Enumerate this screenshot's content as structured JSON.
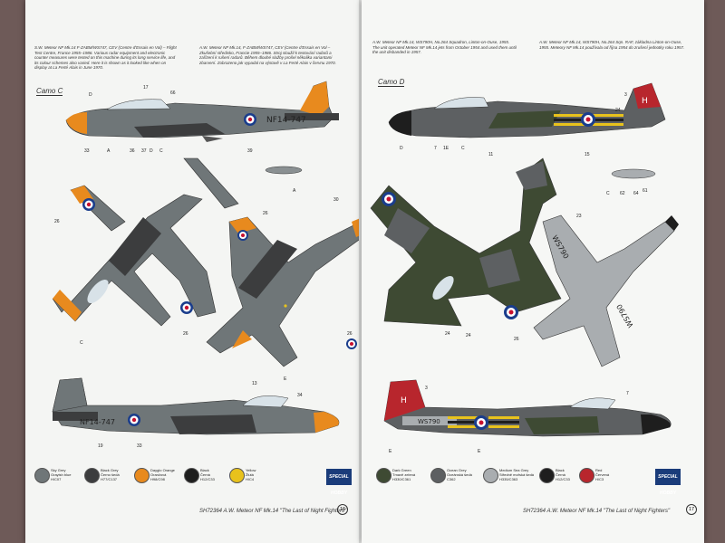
{
  "left_page": {
    "caption_en": "S.W. Meteor NF Mk.14 F-ZABM/WS747, CEV (Centre d'Essais en Vol) – Flight Test Centre, France 1955–1986. Various radar equipment and electronic counter measures were tested on this machine during its long service life, and its colour schemes also varied. Here it is shown as it looked like when on display at La Ferté Alais in June 1970.",
    "caption_cz": "A.W. Meteor NF Mk.14, F-ZABM/WS747, CEV (Centre d'Essais en Vol – Zkušební středisko, Francie 1955–1986. Stroj sloužil k testování radarů a zařízení k rušení radarů. Během dlouhé služby prošel několika variantami zbarvení. Zobrazeno jak vypadal na výstavě v La Ferté Alais v červnu 1970.",
    "scheme_label": "Camo C",
    "fuselage_code": "NF14-747",
    "callouts": [
      "17",
      "66",
      "D",
      "26",
      "C",
      "33",
      "A",
      "36",
      "37",
      "D",
      "C",
      "39",
      "A",
      "C",
      "26",
      "28",
      "30",
      "C",
      "C",
      "26",
      "C",
      "26",
      "C",
      "E",
      "13",
      "34",
      "C",
      "C",
      "B",
      "33",
      "C",
      "C"
    ],
    "swatches": [
      {
        "letter": "A",
        "color": "#6f7678",
        "label": "Sky Grey\nGrayish blue\nH/C07"
      },
      {
        "letter": "B",
        "color": "#3c3d3e",
        "label": "Black Grey\nČerno šedá\nH77/C137"
      },
      {
        "letter": "C",
        "color": "#e88a1e",
        "label": "Dayglo Orange\nOranžová\nH98/C98"
      },
      {
        "letter": "D",
        "color": "#1e1e1e",
        "label": "Black\nČerná\nH12/C33"
      },
      {
        "letter": "E",
        "color": "#e8c21c",
        "label": "Yellow\nŽlutá\nH/C4"
      }
    ],
    "footer": "SH72364 A.W. Meteor NF Mk.14 \"The Last of Night Fighters\"",
    "page_number": "16",
    "logo": "SPECIAL HOBBY"
  },
  "right_page": {
    "caption_en": "A.W. Meteor NF Mk.14, WS790H, No.264 Squadron, Linton-on-Ouse, 1955. The unit operated Meteor NF Mk.14 jets from October 1954 and used them until the unit disbanded in 1957.",
    "caption_cz": "A.W. Meteor NF Mk.14, WS790H, No.264 Sqn. RAF, základna Linton-on-Ouse, 1955. Meteory NF Mk.14 používala od října 1954 do zrušení jednotky roku 1957.",
    "scheme_label": "Camo D",
    "serial": "WS790",
    "tail_letter": "H",
    "callouts": [
      "3",
      "24",
      "C",
      "B",
      "D",
      "7",
      "1E",
      "C",
      "B",
      "D",
      "11",
      "B",
      "15",
      "A",
      "C",
      "C",
      "E",
      "D",
      "C",
      "62",
      "64",
      "61",
      "E",
      "23",
      "C",
      "26",
      "24",
      "B",
      "24",
      "3",
      "26",
      "E",
      "C",
      "B",
      "E",
      "7",
      "D",
      "C",
      "26",
      "C"
    ],
    "swatches": [
      {
        "letter": "A",
        "color": "#3e4a33",
        "label": "Dark Green\nTmavě zelená\nH330/C361"
      },
      {
        "letter": "B",
        "color": "#5d6062",
        "label": "Ocean Grey\nOceánská šedá\nC362"
      },
      {
        "letter": "C",
        "color": "#a9adb0",
        "label": "Medium Sea Grey\nStředně mořská šedá\nH335/C363"
      },
      {
        "letter": "D",
        "color": "#1e1e1e",
        "label": "Black\nČerná\nH12/C33"
      },
      {
        "letter": "E",
        "color": "#b8262d",
        "label": "Red\nČervená\nH/C3"
      }
    ],
    "footer": "SH72364 A.W. Meteor NF Mk.14 \"The Last of Night Fighters\"",
    "page_number": "17",
    "logo": "SPECIAL HOBBY"
  }
}
